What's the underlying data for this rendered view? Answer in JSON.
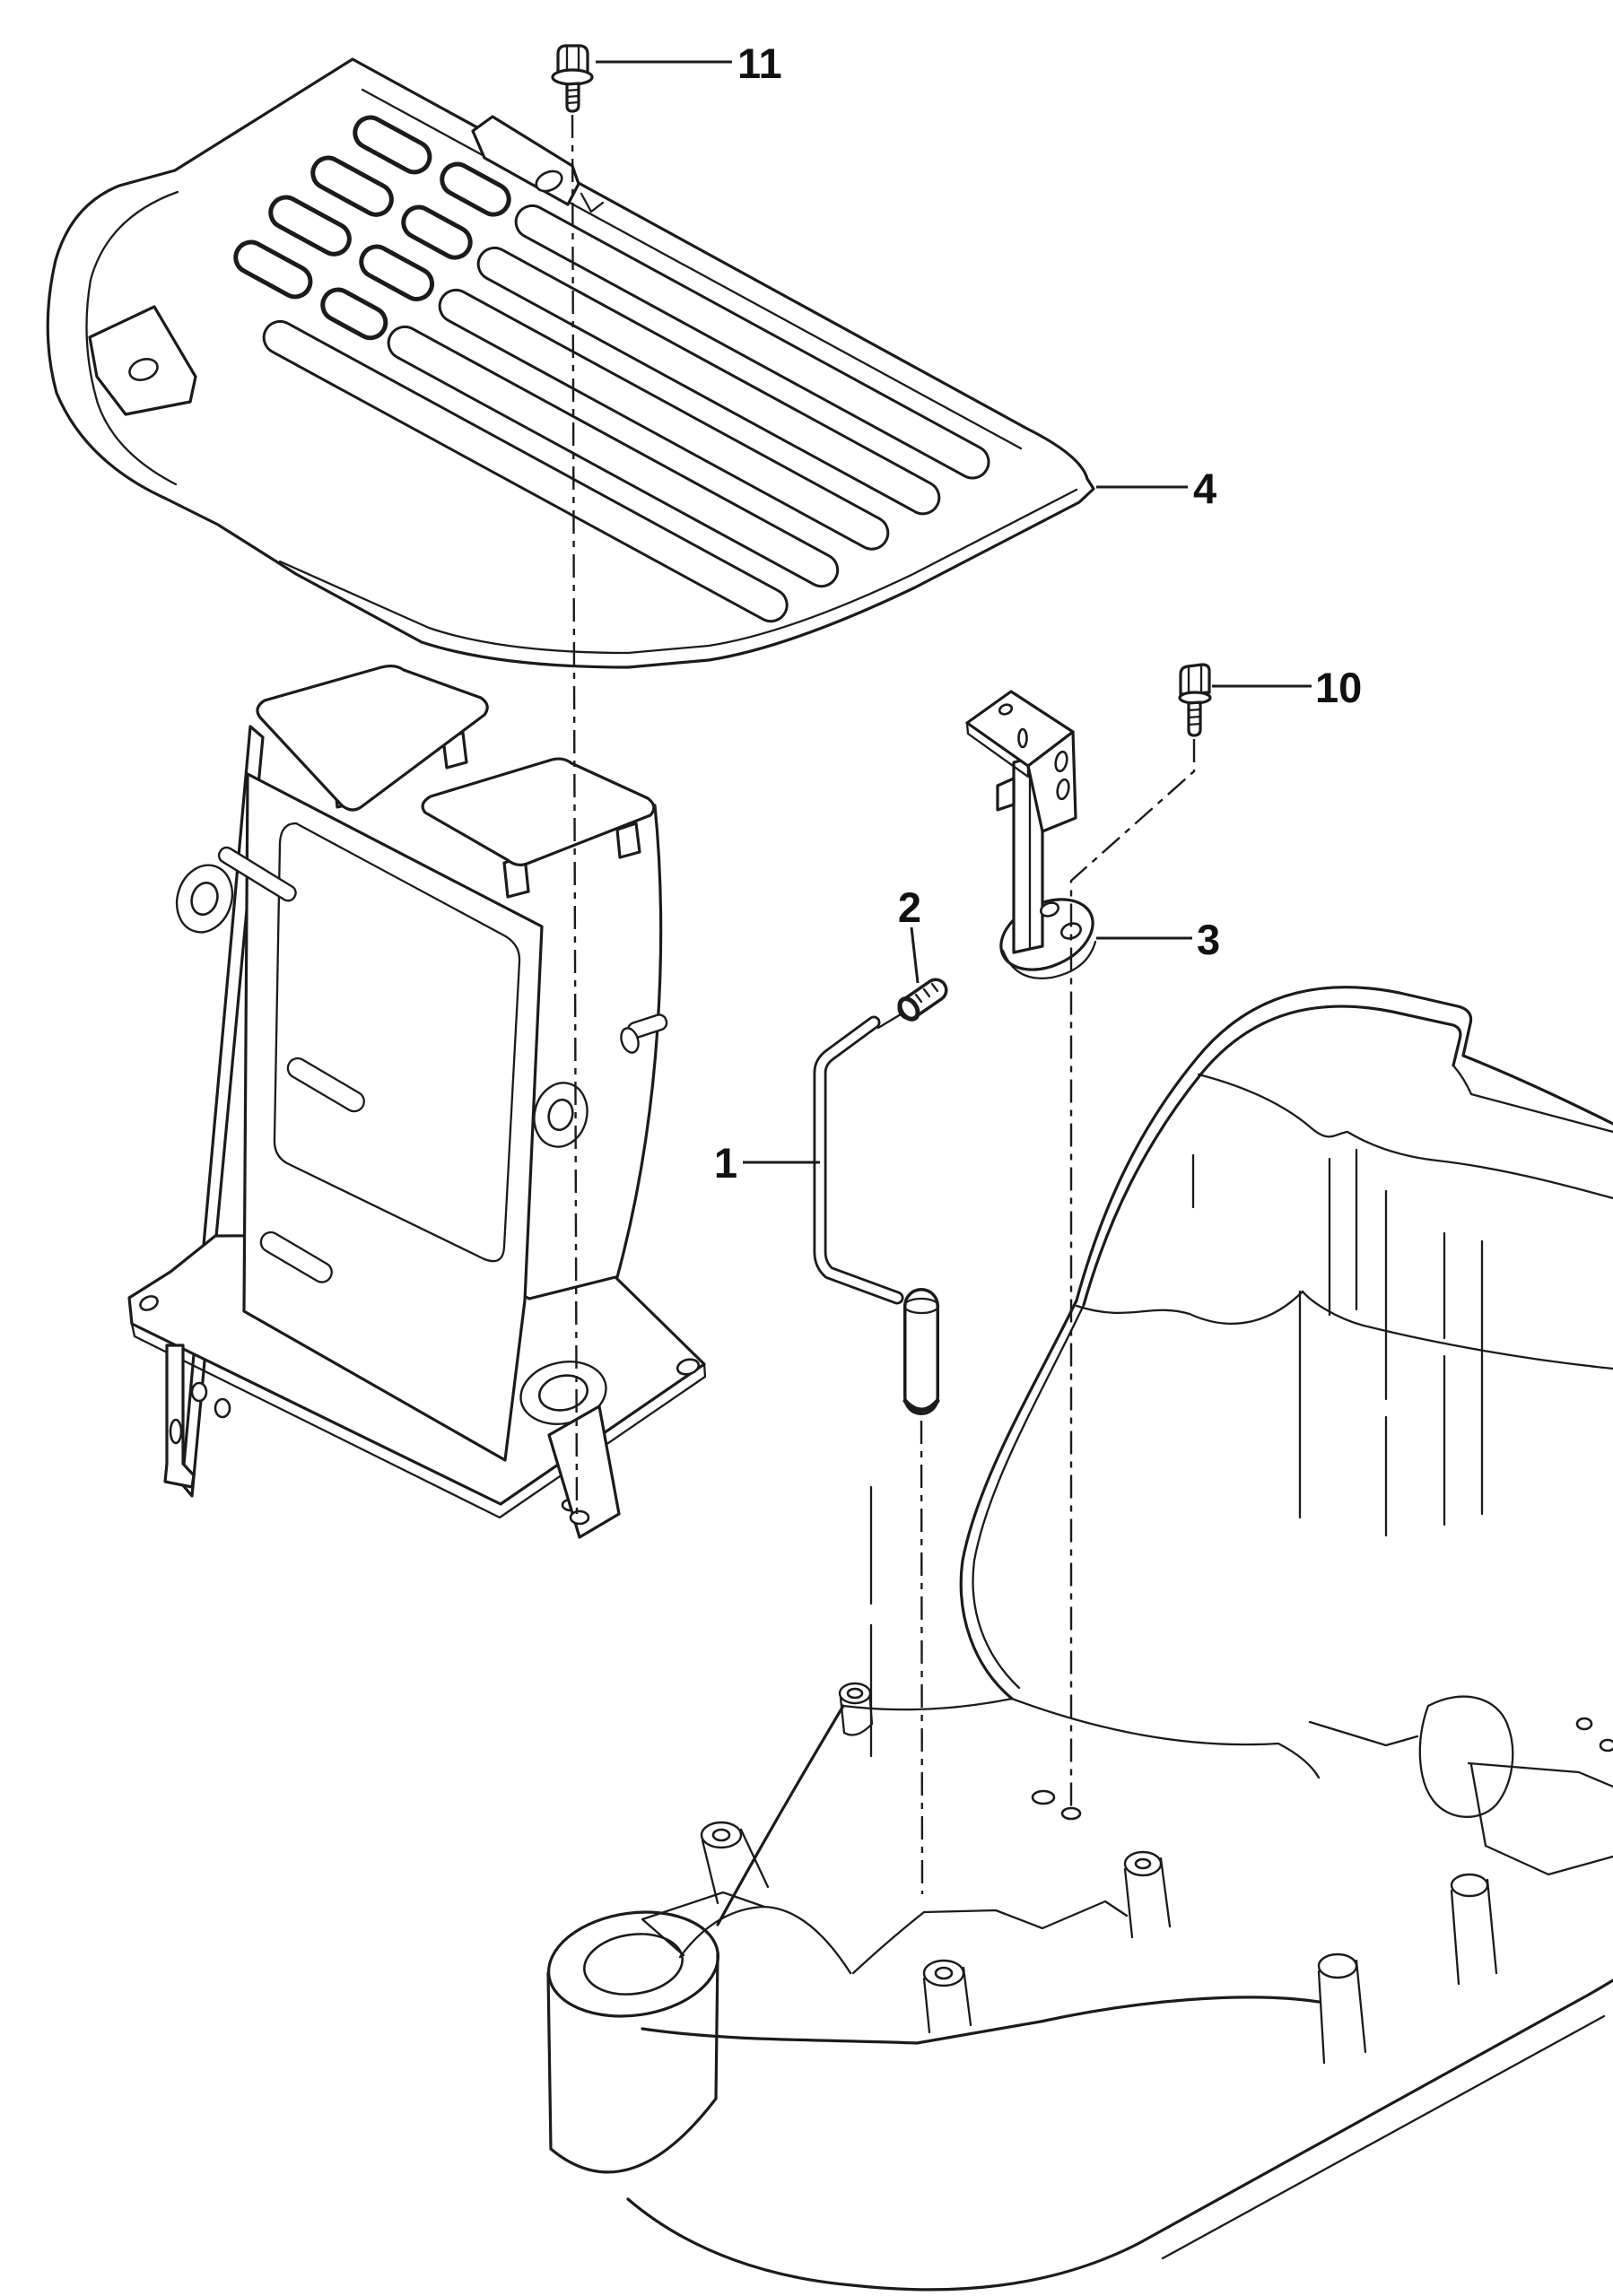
{
  "diagram": {
    "background": "#ffffff",
    "line_color": "#1b1b1b",
    "label_color": "#111111",
    "callouts": [
      {
        "number": "1",
        "part": "stay-rod"
      },
      {
        "number": "2",
        "part": "rod-end-cap"
      },
      {
        "number": "3",
        "part": "stand-bracket"
      },
      {
        "number": "4",
        "part": "step-floor-panel"
      },
      {
        "number": "10",
        "part": "flange-bolt-small"
      },
      {
        "number": "11",
        "part": "flange-bolt-large"
      }
    ]
  }
}
